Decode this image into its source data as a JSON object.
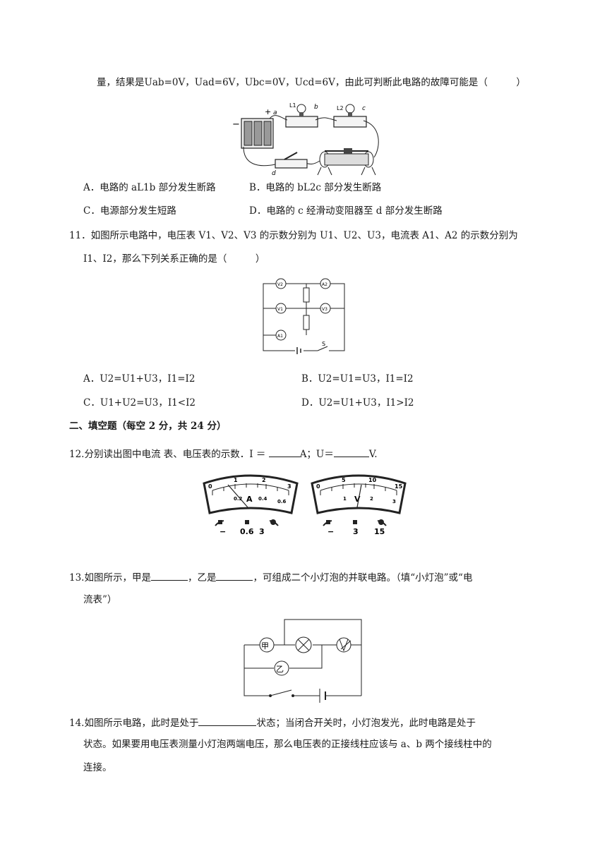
{
  "q10": {
    "tail": "量，结果是Uab=0V，Uad=6V，Ubc=0V，Ucd=6V，由此可判断此电路的故障可能是（　　　）",
    "figure_labels": {
      "plus": "+",
      "a": "a",
      "minus": "−",
      "b": "b",
      "c": "c",
      "d": "d",
      "L1": "L1",
      "L2": "L2"
    },
    "options": {
      "A": "A．电路的 aL1b 部分发生断路",
      "B": "B．电路的 bL2c 部分发生断路",
      "C": "C．电源部分发生短路",
      "D": "D．电路的 c 经滑动变阻器至 d 部分发生断路"
    }
  },
  "q11": {
    "line1": "11．如图所示电路中，电压表 V1、V2、V3 的示数分别为 U1、U2、U3，电流表 A1、A2 的示数分别为",
    "line2": "I1、I2，那么下列关系正确的是（　　　）",
    "figure_labels": {
      "V2": "V2",
      "A2": "A2",
      "V1": "V1",
      "V3": "V3",
      "A1": "A1",
      "S": "S"
    },
    "options": {
      "A": "A．U2=U1+U3，I1=I2",
      "B": "B．U2=U1=U3，I1=I2",
      "C": "C．U1+U2=U3，I1<I2",
      "D": "D．U2=U1+U3，I1>I2"
    }
  },
  "section2": {
    "heading": "二、填空题（每空 2 分，共 24 分）"
  },
  "q12": {
    "prefix": "12.分别读出图中电流 表、电压表的示数．I ＝ ",
    "mid": "A；U＝",
    "suffix": "V.",
    "ammeter": {
      "unit": "A",
      "top_ticks": [
        "0",
        "1",
        "2",
        "3"
      ],
      "bottom_ticks": [
        "0.2",
        "0.4",
        "0.6"
      ],
      "terminals": [
        "−",
        "0.6",
        "3"
      ]
    },
    "voltmeter": {
      "unit": "V",
      "top_ticks": [
        "0",
        "5",
        "10",
        "15"
      ],
      "bottom_ticks": [
        "1",
        "2",
        "3"
      ],
      "terminals": [
        "−",
        "3",
        "15"
      ]
    }
  },
  "q13": {
    "prefix": "13.如图所示，甲是",
    "mid": "，乙是",
    "suffix": "，可组成二个小灯泡的并联电路。（填“小灯泡”或“电",
    "line2": "流表”）",
    "figure_labels": {
      "jia": "甲",
      "yi": "乙"
    }
  },
  "q14": {
    "prefix": "14.如图所示电路，此时是处于",
    "suffix": "状态；当闭合开关时，小灯泡发光，此时电路是处于",
    "line2": "状态。如果要用电压表测量小灯泡两端电压，那么电压表的正接线柱应该与 a、b 两个接线柱中的",
    "line3": "连接。"
  }
}
